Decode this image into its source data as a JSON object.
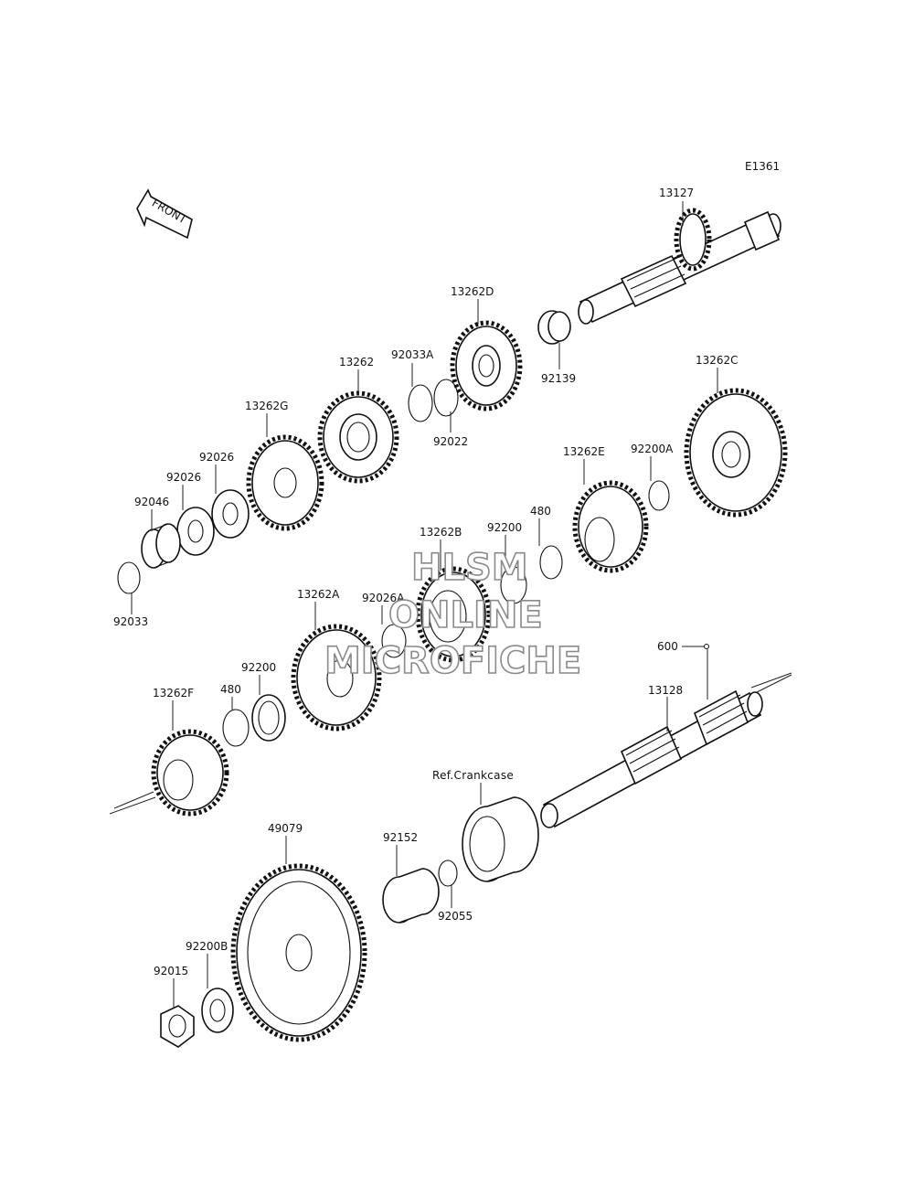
{
  "diagram_code": "E1361",
  "front_arrow_label": "FRONT",
  "reference_label": "Ref.Crankcase",
  "watermark": [
    "HLSM",
    "ONLINE",
    "MICROFICHE"
  ],
  "callouts": [
    "13127",
    "13262D",
    "92139",
    "92033A",
    "13262",
    "92022",
    "13262G",
    "92026",
    "92026",
    "92046",
    "92033",
    "13262C",
    "92200A",
    "13262E",
    "480",
    "92200",
    "13262B",
    "92026A",
    "13262A",
    "92200",
    "480",
    "13262F",
    "600",
    "13128",
    "49079",
    "92152",
    "92055",
    "92200B",
    "92015"
  ]
}
